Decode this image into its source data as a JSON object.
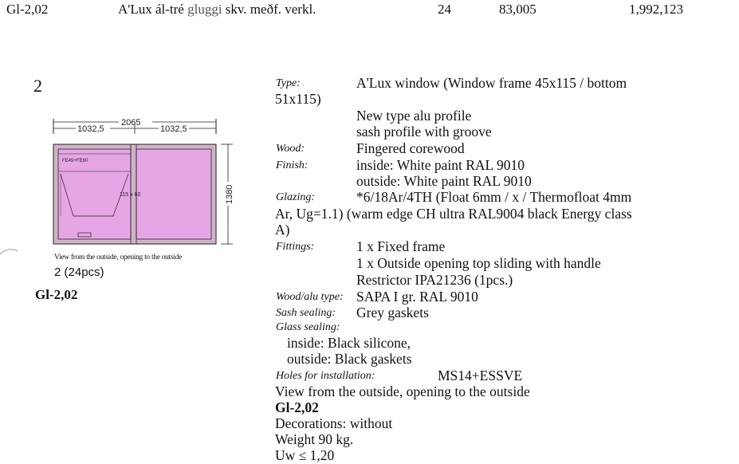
{
  "header_row": {
    "code": "Gl-2,02",
    "description_start": "A'Lux ál-tré",
    "description_highlight": "gluggi",
    "description_end": "skv. meðf. verkl.",
    "quantity": "24",
    "unit_price": "83,005",
    "total": "1,992,123"
  },
  "item": {
    "number": "2",
    "drawing": {
      "overall_width": "2065",
      "left_width": "1032,5",
      "right_width": "1032,5",
      "height": "1380",
      "vent_label": "FE45+FE60",
      "opening_label": "115 x 60",
      "caption": "View from the outside, opening to the outside",
      "count_label": "2 (24pcs)",
      "colors": {
        "panel": "#e6a6e6",
        "frame": "#c8a8c0",
        "line": "#222222"
      }
    },
    "code_label": "Gl-2,02"
  },
  "spec": {
    "type_label": "Type:",
    "type_value": "A'Lux window (Window frame 45x115 / bottom",
    "type_value_cont": "51x115)",
    "type_note_1": "New type alu profile",
    "type_note_2": "sash profile with groove",
    "wood_label": "Wood:",
    "wood_value": "Fingered corewood",
    "finish_label": "Finish:",
    "finish_inside": "inside:  White paint RAL 9010",
    "finish_outside": "outside:  White paint RAL 9010",
    "glazing_label": "Glazing:",
    "glazing_value": "*6/18Ar/4TH   (Float 6mm / x / Thermofloat 4mm",
    "glazing_value_2": "Ar, Ug=1.1) (warm edge CH ultra RAL9004 black Energy class",
    "glazing_value_3": "A)",
    "fittings_label": "Fittings:",
    "fittings_1": "1 x Fixed frame",
    "fittings_2": "1 x Outside opening top sliding with handle",
    "fittings_3": "Restrictor IPA21236 (1pcs.)",
    "woodalu_label": "Wood/alu type:",
    "woodalu_value": "SAPA I gr. RAL 9010",
    "sash_label": "Sash sealing:",
    "sash_value": "Grey gaskets",
    "glass_label": "Glass sealing:",
    "glass_inside": "inside: Black silicone,",
    "glass_outside": "outside: Black gaskets",
    "holes_label": "Holes for installation:",
    "holes_value": "MS14+ESSVE",
    "view_note": "View from the outside, opening to the outside",
    "code": "Gl-2,02",
    "decorations": "Decorations: without",
    "weight": "Weight 90 kg.",
    "uw_partial": "Uw ≤ 1,20"
  }
}
